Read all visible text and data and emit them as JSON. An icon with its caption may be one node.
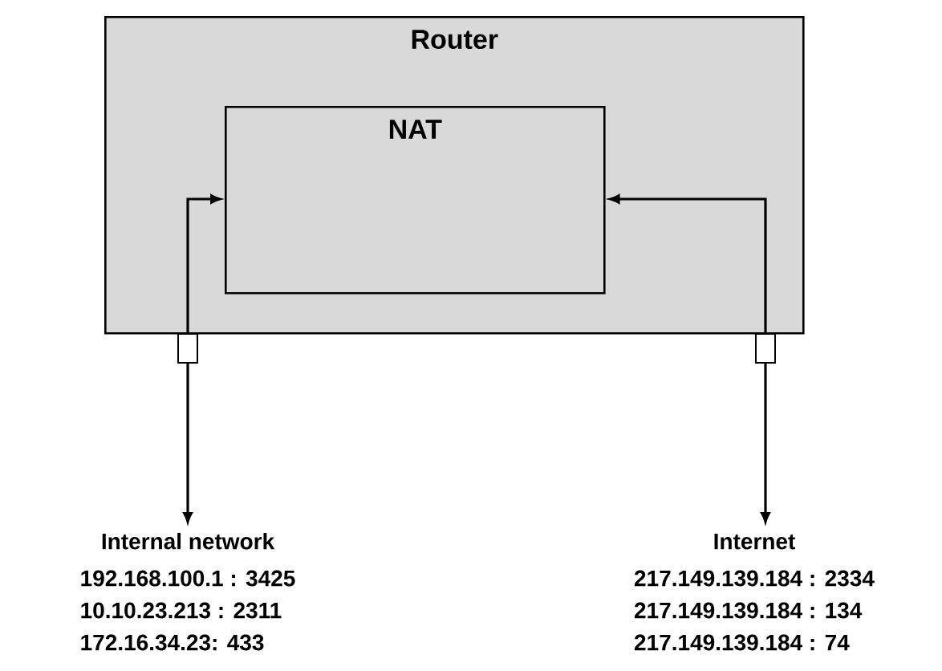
{
  "diagram": {
    "nodes": [
      {
        "text": [
          "Router"
        ]
      },
      {
        "text": [
          "NAT"
        ],
        "in": 0
      },
      {
        "text": [],
        "shape": "box"
      },
      {
        "text": [],
        "shape": "box"
      },
      {
        "text": [
          "Internal network",
          "192.168.100.1 : 3425",
          "10.10.23.213 : 2311",
          "172.16.34.23: 433"
        ]
      },
      {
        "text": [
          "Internet",
          "217.149.139.184 : 2334",
          "217.149.139.184 : 134",
          "217.149.139.184 : 74"
        ]
      }
    ],
    "edges": [
      {
        "from": 2,
        "to": 1,
        "arrow": "to"
      },
      {
        "from": 3,
        "to": 1,
        "arrow": "to"
      },
      {
        "from": 2,
        "to": 4,
        "arrow": "to"
      },
      {
        "from": 3,
        "to": 5,
        "arrow": "to"
      }
    ]
  }
}
